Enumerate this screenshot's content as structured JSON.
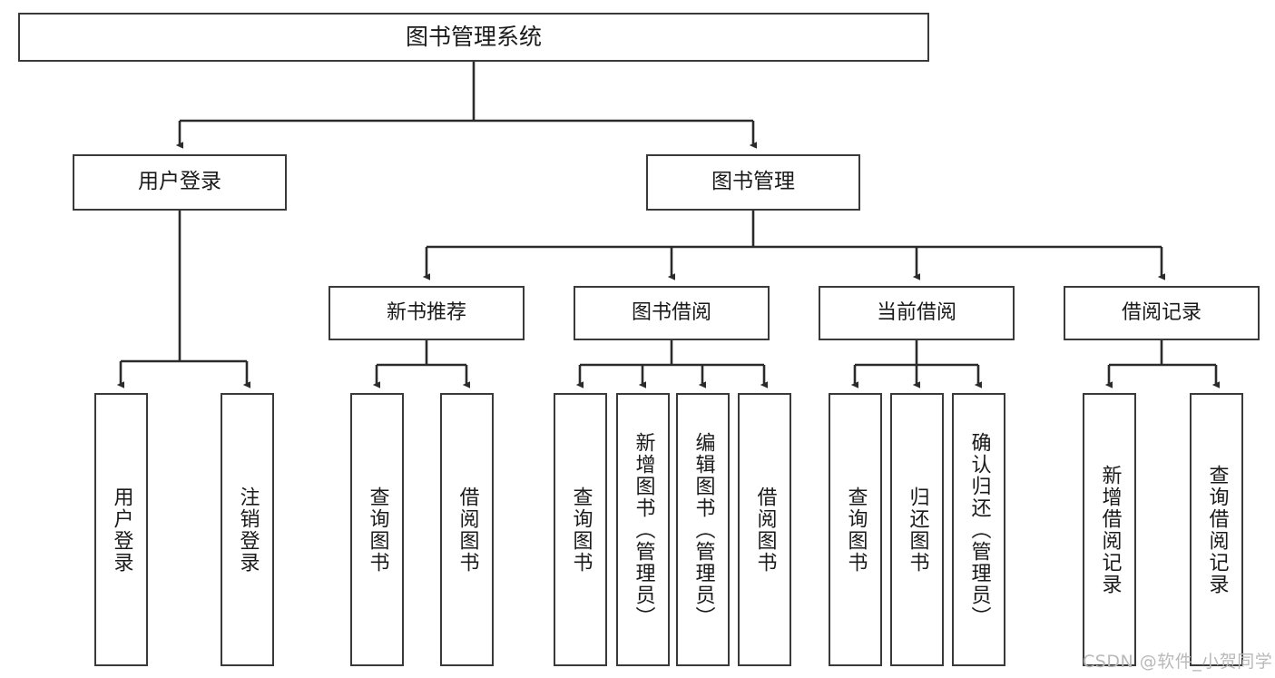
{
  "diagram": {
    "title_node": {
      "label": "图书管理系统"
    },
    "level2": [
      {
        "label": "用户登录"
      },
      {
        "label": "图书管理"
      }
    ],
    "level3": [
      {
        "label": "新书推荐"
      },
      {
        "label": "图书借阅"
      },
      {
        "label": "当前借阅"
      },
      {
        "label": "借阅记录"
      }
    ],
    "leaves": {
      "user_login": [
        {
          "label": "用户登录"
        },
        {
          "label": "注销登录"
        }
      ],
      "new_book_recommend": [
        {
          "label": "查询图书"
        },
        {
          "label": "借阅图书"
        }
      ],
      "book_borrow": [
        {
          "label": "查询图书"
        },
        {
          "label": "新增图书（管理员）"
        },
        {
          "label": "编辑图书（管理员）"
        },
        {
          "label": "借阅图书"
        }
      ],
      "current_borrow": [
        {
          "label": "查询图书"
        },
        {
          "label": "归还图书"
        },
        {
          "label": "确认归还（管理员）"
        }
      ],
      "borrow_record": [
        {
          "label": "新增借阅记录"
        },
        {
          "label": "查询借阅记录"
        }
      ]
    }
  },
  "watermark": {
    "text": "CSDN @软件_小贺同学"
  },
  "colors": {
    "box_border": "#3a3a3a",
    "box_fill": "#ffffff",
    "line": "#2b2b2b",
    "text": "#1a1a1a",
    "watermark": "#b9b9b9"
  }
}
